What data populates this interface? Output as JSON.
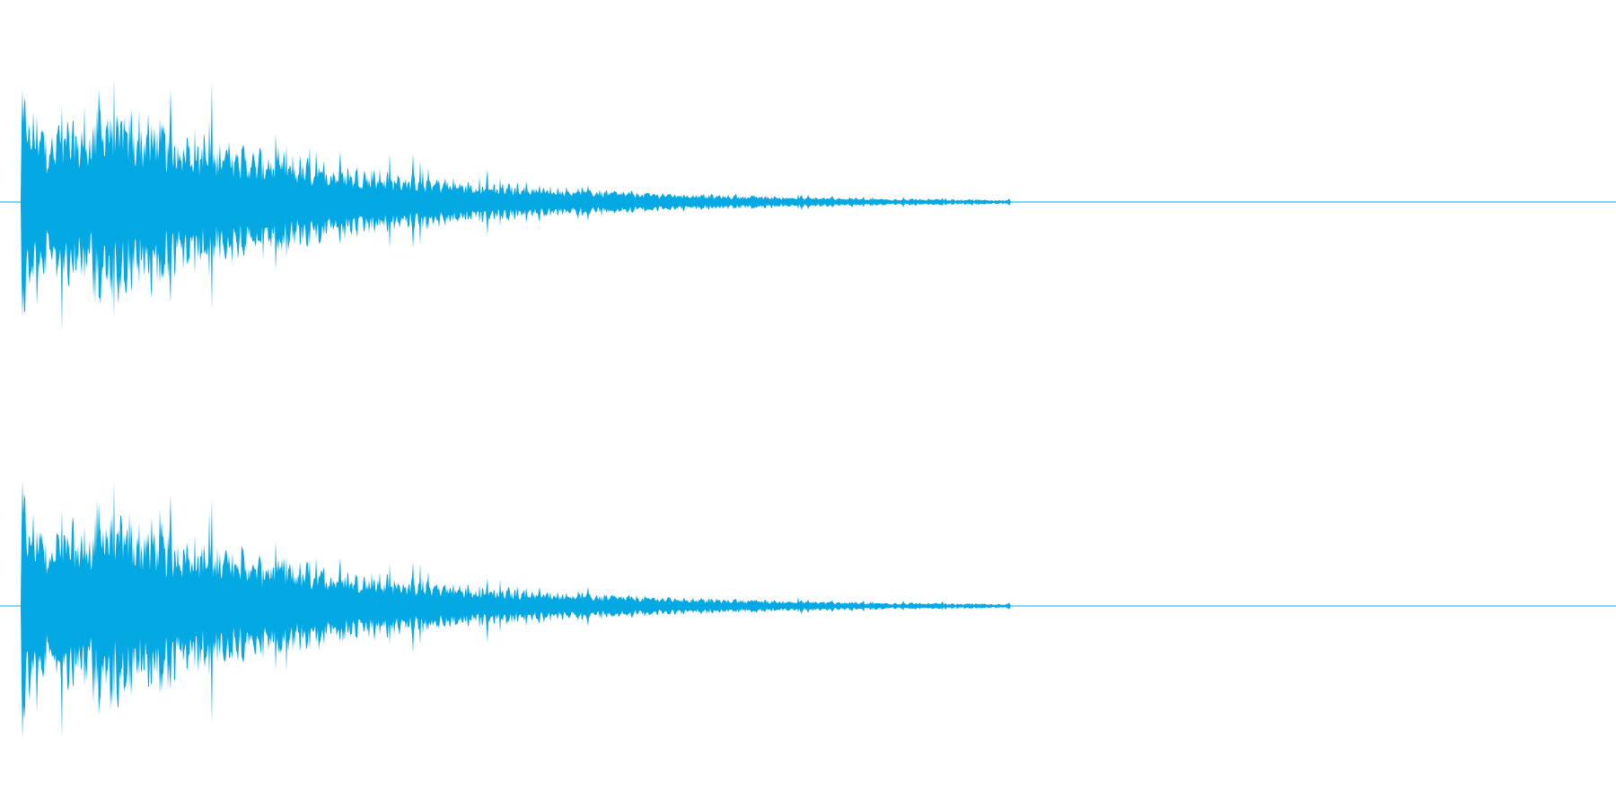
{
  "waveform": {
    "color": "#04A8E2",
    "background": "#FFFFFF",
    "channels": [
      {
        "name": "left"
      },
      {
        "name": "right"
      }
    ],
    "envelope": {
      "onset_fraction": 0.013,
      "sound_end_fraction": 0.625,
      "peak_amplitude": 1.0,
      "description_of_shape": "sharp attack followed by exponential decay"
    }
  }
}
